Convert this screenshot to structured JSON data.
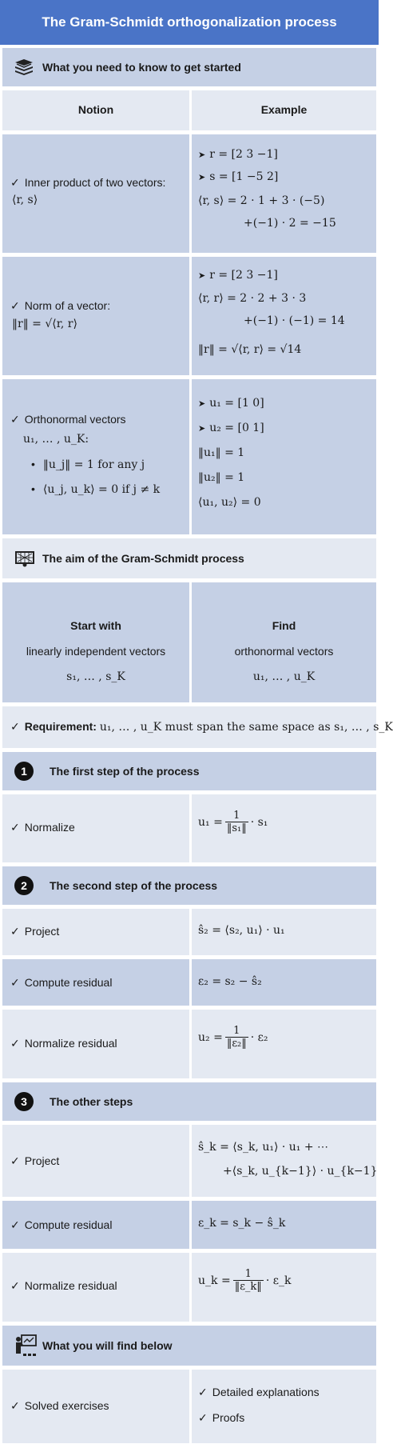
{
  "title": "The Gram-Schmidt orthogonalization process",
  "s1": {
    "heading": "What you need to know to get started",
    "icon": "book-stack-icon",
    "col_notion": "Notion",
    "col_example": "Example",
    "inner": {
      "label1": "Inner product of two vectors:",
      "label2": "⟨r, s⟩",
      "ex1": "r = [2   3   −1]",
      "ex2": "s = [1   −5   2]",
      "ex3": "⟨r, s⟩ = 2 · 1 + 3 · (−5)",
      "ex4": "+(−1) · 2 = −15"
    },
    "norm": {
      "label1": "Norm of a vector:",
      "label2": "‖r‖ = √⟨r, r⟩",
      "ex1": "r = [2   3   −1]",
      "ex2": "⟨r, r⟩ = 2 · 2 + 3 · 3",
      "ex3": "+(−1) · (−1) = 14",
      "ex4": "‖r‖ = √⟨r, r⟩ = √14"
    },
    "ortho": {
      "label1": "Orthonormal vectors",
      "label2": "u₁, … , u_K:",
      "b1": "‖u_j‖ = 1 for any j",
      "b2": "⟨u_j, u_k⟩ = 0 if j ≠ k",
      "ex1": "u₁ = [1   0]",
      "ex2": "u₂ = [0   1]",
      "ex3": "‖u₁‖ = 1",
      "ex4": "‖u₂‖ = 1",
      "ex5": "⟨u₁, u₂⟩ = 0"
    }
  },
  "s2": {
    "heading": "The aim of the Gram-Schmidt process",
    "icon": "goal-icon",
    "start_title": "Start with",
    "start_sub": "linearly independent vectors",
    "start_math": "s₁, … , s_K",
    "find_title": "Find",
    "find_sub": "orthonormal vectors",
    "find_math": "u₁, … , u_K",
    "req_bold": "Requirement:",
    "req_text": "u₁, … , u_K must span the same space as s₁, … , s_K"
  },
  "s3": {
    "num": "1",
    "heading": "The first step of the process",
    "row_label": "Normalize",
    "lhs": "u₁ =",
    "frac_num": "1",
    "frac_den": "‖s₁‖",
    "rhs": "· s₁"
  },
  "s4": {
    "num": "2",
    "heading": "The second step of the process",
    "r1_label": "Project",
    "r1_math": "ŝ₂ = ⟨s₂, u₁⟩ · u₁",
    "r2_label": "Compute residual",
    "r2_math": "ε₂ = s₂ − ŝ₂",
    "r3_label": "Normalize residual",
    "r3_lhs": "u₂ =",
    "r3_num": "1",
    "r3_den": "‖ε₂‖",
    "r3_rhs": "· ε₂"
  },
  "s5": {
    "num": "3",
    "heading": "The other steps",
    "r1_label": "Project",
    "r1_math1": "ŝ_k = ⟨s_k, u₁⟩ · u₁ + ⋯",
    "r1_math2": "+⟨s_k, u_{k−1}⟩ · u_{k−1}",
    "r2_label": "Compute residual",
    "r2_math": "ε_k = s_k − ŝ_k",
    "r3_label": "Normalize residual",
    "r3_lhs": "u_k =",
    "r3_num": "1",
    "r3_den": "‖ε_k‖",
    "r3_rhs": "· ε_k"
  },
  "s6": {
    "heading": "What you will find below",
    "icon": "teacher-icon",
    "left": "Solved exercises",
    "right1": "Detailed explanations",
    "right2": "Proofs"
  },
  "colors": {
    "title_bg": "#4a74c7",
    "band_dark": "#c5d0e5",
    "band_light": "#e4e9f2"
  }
}
